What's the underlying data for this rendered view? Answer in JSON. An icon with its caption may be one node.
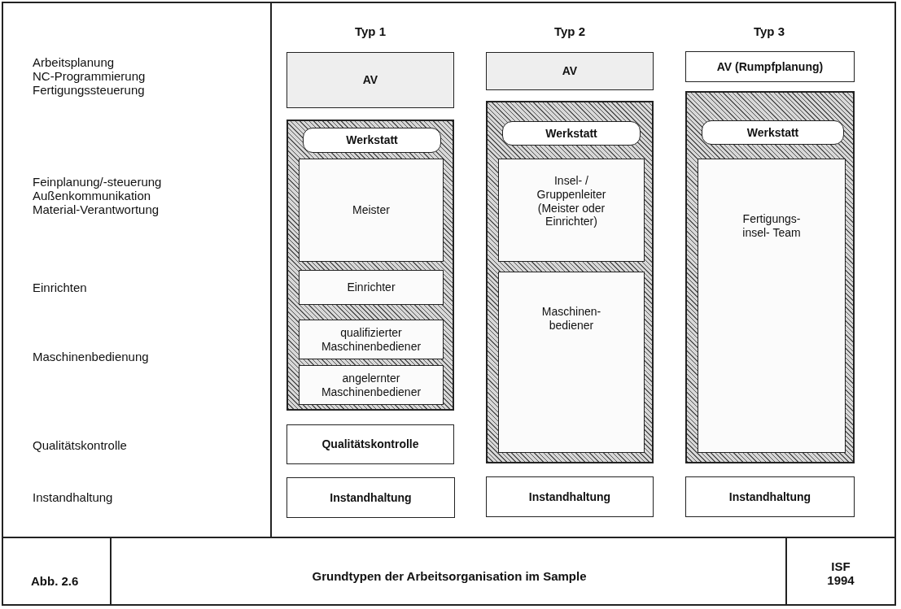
{
  "diagram": {
    "caption": "Grundtypen der Arbeitsorganisation im Sample",
    "nodes": [
      {
        "text": [
          "AV"
        ]
      },
      {
        "text": [],
        "shape": "box"
      },
      {
        "text": [
          "Werkstatt"
        ],
        "in": 1
      },
      {
        "text": [
          "Meister"
        ],
        "in": 1
      },
      {
        "text": [
          "Einrichter"
        ],
        "in": 1
      },
      {
        "text": [
          "qualifizierter Maschinenbediener"
        ],
        "in": 1
      },
      {
        "text": [
          "angelernter Maschinenbediener"
        ],
        "in": 1
      },
      {
        "text": [
          "Qualitätskontrolle"
        ]
      },
      {
        "text": [
          "Instandhaltung"
        ]
      },
      {
        "text": [
          "AV"
        ]
      },
      {
        "text": [],
        "shape": "box"
      },
      {
        "text": [
          "Werkstatt"
        ],
        "in": 10
      },
      {
        "text": [
          "Insel- / Gruppenleiter (Meister oder Einrichter)"
        ],
        "in": 10
      },
      {
        "text": [
          "Maschinen- bediener"
        ],
        "in": 10
      },
      {
        "text": [
          "Instandhaltung"
        ]
      },
      {
        "text": [
          "AV (Rumpfplanung)"
        ]
      },
      {
        "text": [],
        "shape": "box"
      },
      {
        "text": [
          "Werkstatt"
        ],
        "in": 16
      },
      {
        "text": [
          "Fertigungs- insel- Team"
        ],
        "in": 16
      },
      {
        "text": [
          "Instandhaltung"
        ]
      }
    ],
    "labels": [
      "Typ 1",
      "Typ 2",
      "Typ 3",
      "Arbeitsplanung",
      "NC-Programmierung",
      "Fertigungssteuerung",
      "Feinplanung/-steuerung",
      "Außenkommunikation",
      "Material-Verantwortung",
      "Einrichten",
      "Maschinenbedienung",
      "Qualitätskontrolle",
      "Instandhaltung",
      "Abb. 2.6",
      "ISF 1994"
    ]
  }
}
